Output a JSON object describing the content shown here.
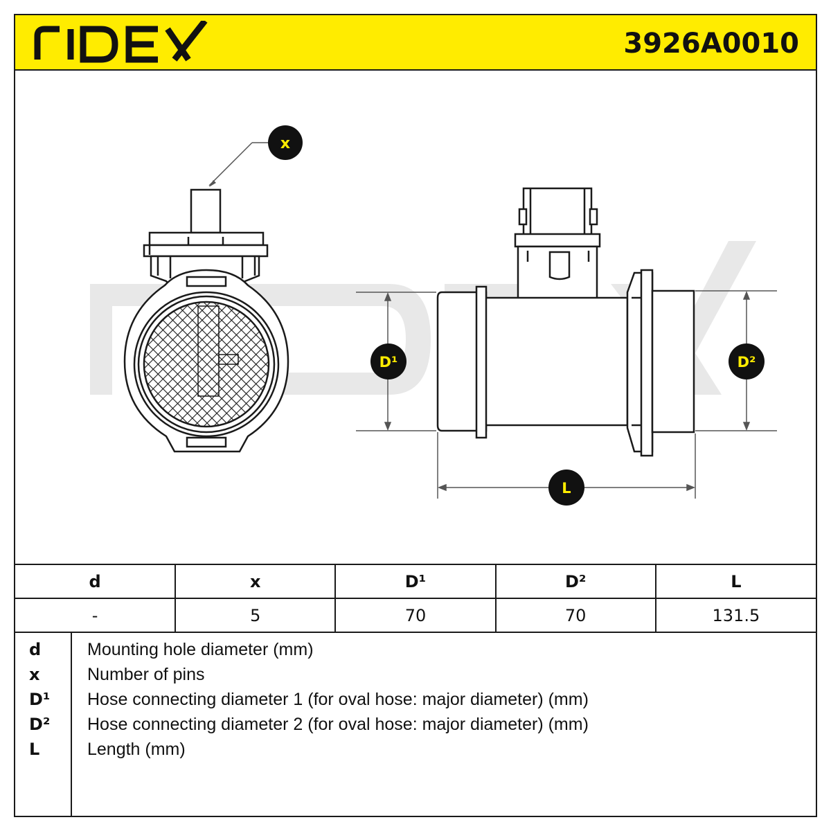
{
  "header": {
    "brand": "RIDEX",
    "part_number": "3926A0010"
  },
  "drawing": {
    "watermark": "RIDEX",
    "labels": {
      "x": "x",
      "d1": "D¹",
      "d2": "D²",
      "l": "L"
    }
  },
  "table": {
    "headers": [
      "d",
      "x",
      "D¹",
      "D²",
      "L"
    ],
    "values": [
      "-",
      "5",
      "70",
      "70",
      "131.5"
    ]
  },
  "legend": [
    {
      "key": "d",
      "text": "Mounting hole diameter (mm)"
    },
    {
      "key": "x",
      "text": "Number of pins"
    },
    {
      "key": "D¹",
      "text": "Hose connecting diameter 1 (for oval hose: major diameter) (mm)"
    },
    {
      "key": "D²",
      "text": "Hose connecting diameter 2 (for oval hose: major diameter) (mm)"
    },
    {
      "key": "L",
      "text": "Length (mm)"
    }
  ],
  "colors": {
    "brand_yellow": "#ffec00",
    "line": "#1a1a1a",
    "watermark": "#e6e6e6"
  }
}
